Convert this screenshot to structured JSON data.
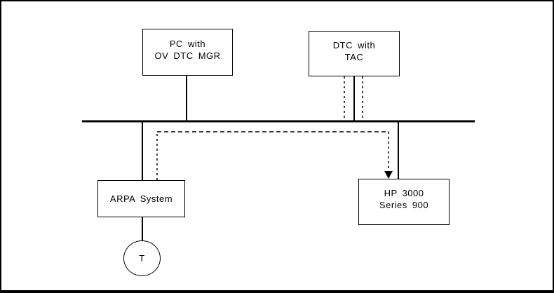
{
  "colors": {
    "line": "#000000",
    "background": "#ffffff"
  },
  "diagram": {
    "nodes": {
      "pc": {
        "line1": "PC with",
        "line2": "OV DTC MGR"
      },
      "dtc": {
        "line1": "DTC with",
        "line2": "TAC"
      },
      "arpa": {
        "label": "ARPA System"
      },
      "hp": {
        "line1": "HP 3000",
        "line2": "Series 900"
      },
      "terminal": {
        "label": "T"
      }
    }
  }
}
